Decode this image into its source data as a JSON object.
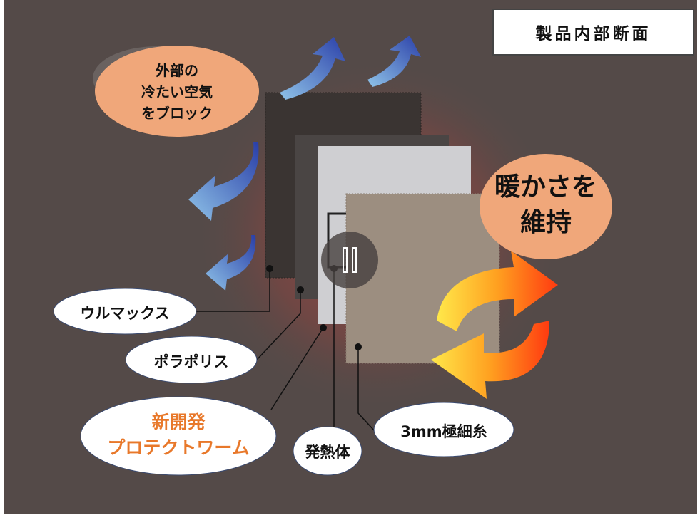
{
  "title": "製品内部断面",
  "callouts": {
    "block_cold": [
      "外部の",
      "冷たい空気",
      "をブロック"
    ],
    "keep_warm": [
      "暖かさを",
      "維持"
    ]
  },
  "layers": [
    {
      "label": "ウルマックス"
    },
    {
      "label": "ポラポリス"
    },
    {
      "label_top": "新開発",
      "label_bottom": "プロテクトワーム"
    },
    {
      "label": "発熱体"
    },
    {
      "label": "3mm極細糸"
    }
  ],
  "colors": {
    "background": "#544a48",
    "callout": "#f0a77a",
    "accent_orange": "#e8782a",
    "blue_arrow": "#3b62c9"
  },
  "video": {
    "state": "playing",
    "control_icon": "pause-icon"
  }
}
